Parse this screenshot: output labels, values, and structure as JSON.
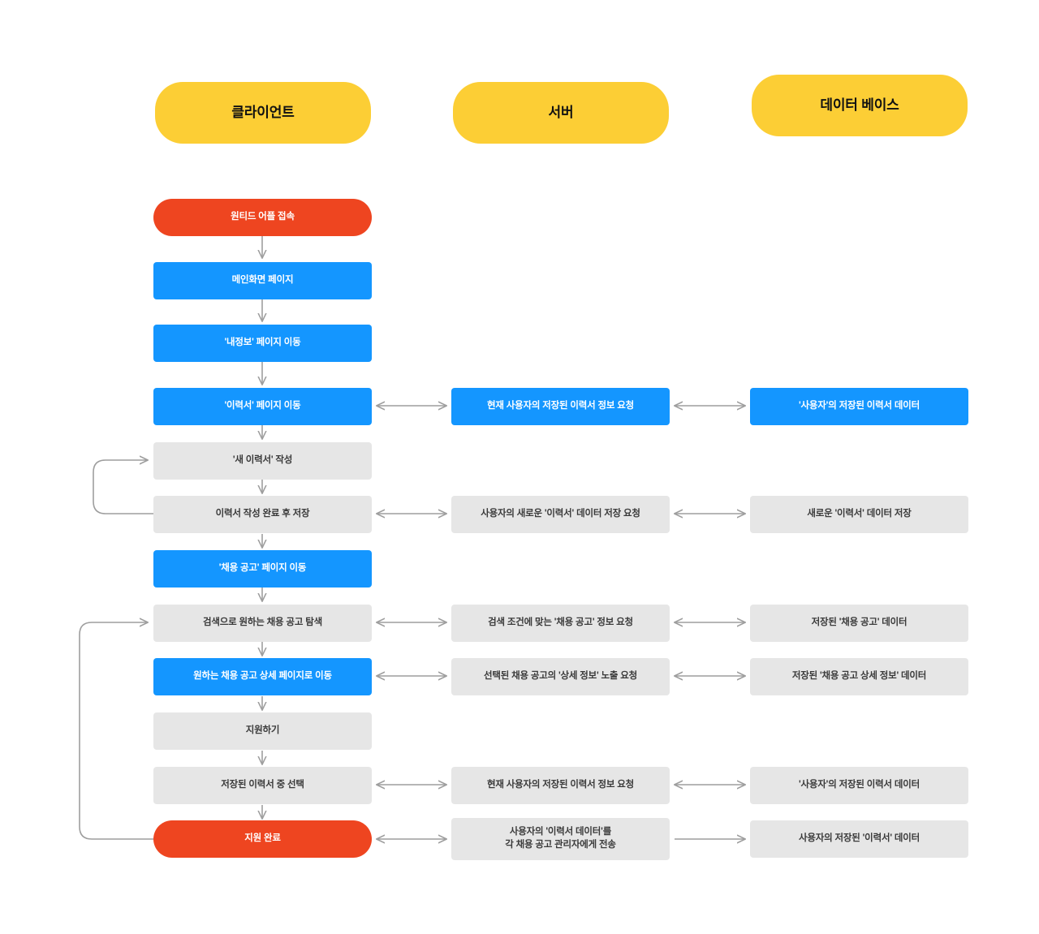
{
  "diagram": {
    "title": "",
    "background": "#ffffff",
    "colors": {
      "lane_header": "#FCCE35",
      "terminator": "#EE4520",
      "primary": "#1496FF",
      "neutral": "#E6E6E6",
      "edge": "#9E9E9E",
      "text_light": "#ffffff",
      "text_dark": "#3A3A3A"
    },
    "lanes": [
      {
        "id": "client",
        "label": "클라이언트"
      },
      {
        "id": "server",
        "label": "서버"
      },
      {
        "id": "database",
        "label": "데이터 베이스"
      }
    ],
    "nodes": {
      "c1": {
        "label": "원티드 어플 접속"
      },
      "c2": {
        "label": "메인화면 페이지"
      },
      "c3": {
        "label": "'내정보' 페이지 이동"
      },
      "c4": {
        "label": "'이력서' 페이지 이동"
      },
      "c5": {
        "label": "'새 이력서' 작성"
      },
      "c6": {
        "label": "이력서 작성 완료 후 저장"
      },
      "c7": {
        "label": "'채용 공고' 페이지 이동"
      },
      "c8": {
        "label": "검색으로 원하는 채용 공고 탐색"
      },
      "c9": {
        "label": "원하는 채용 공고 상세 페이지로 이동"
      },
      "c10": {
        "label": "지원하기"
      },
      "c11": {
        "label": "저장된 이력서 중 선택"
      },
      "c12": {
        "label": "지원 완료"
      },
      "s1": {
        "label": "현재 사용자의 저장된 이력서 정보 요청"
      },
      "s2": {
        "label": "사용자의 새로운 '이력서' 데이터 저장 요청"
      },
      "s3": {
        "label": "검색 조건에 맞는 '채용 공고' 정보 요청"
      },
      "s4": {
        "label": "선택된 채용 공고의 '상세 정보' 노출 요청"
      },
      "s5": {
        "label": "현재 사용자의 저장된 이력서 정보 요청"
      },
      "s6": {
        "label": "사용자의 '이력서 데이터'를\n각 채용 공고 관리자에게 전송"
      },
      "d1": {
        "label": "'사용자'의 저장된 이력서 데이터"
      },
      "d2": {
        "label": "새로운 '이력서' 데이터 저장"
      },
      "d3": {
        "label": "저장된 '채용 공고' 데이터"
      },
      "d4": {
        "label": "저장된 '채용 공고 상세 정보' 데이터"
      },
      "d5": {
        "label": "'사용자'의 저장된 이력서 데이터"
      },
      "d6": {
        "label": "사용자의 저장된 '이력서' 데이터"
      }
    },
    "edges": [
      {
        "from": "c1",
        "to": "c2",
        "type": "down"
      },
      {
        "from": "c2",
        "to": "c3",
        "type": "down"
      },
      {
        "from": "c3",
        "to": "c4",
        "type": "down"
      },
      {
        "from": "c4",
        "to": "c5",
        "type": "down"
      },
      {
        "from": "c5",
        "to": "c6",
        "type": "down"
      },
      {
        "from": "c6",
        "to": "c7",
        "type": "down"
      },
      {
        "from": "c7",
        "to": "c8",
        "type": "down"
      },
      {
        "from": "c8",
        "to": "c9",
        "type": "down"
      },
      {
        "from": "c9",
        "to": "c10",
        "type": "down"
      },
      {
        "from": "c10",
        "to": "c11",
        "type": "down"
      },
      {
        "from": "c11",
        "to": "c12",
        "type": "down"
      },
      {
        "from": "c4",
        "to": "s1",
        "type": "bidirectional"
      },
      {
        "from": "s1",
        "to": "d1",
        "type": "bidirectional"
      },
      {
        "from": "c6",
        "to": "s2",
        "type": "bidirectional"
      },
      {
        "from": "s2",
        "to": "d2",
        "type": "bidirectional"
      },
      {
        "from": "c8",
        "to": "s3",
        "type": "bidirectional"
      },
      {
        "from": "s3",
        "to": "d3",
        "type": "bidirectional"
      },
      {
        "from": "c9",
        "to": "s4",
        "type": "bidirectional"
      },
      {
        "from": "s4",
        "to": "d4",
        "type": "bidirectional"
      },
      {
        "from": "c11",
        "to": "s5",
        "type": "bidirectional"
      },
      {
        "from": "s5",
        "to": "d5",
        "type": "bidirectional"
      },
      {
        "from": "c12",
        "to": "s6",
        "type": "bidirectional"
      },
      {
        "from": "s6",
        "to": "d6",
        "type": "forward"
      },
      {
        "from": "c6",
        "to": "c5",
        "type": "loop-left"
      },
      {
        "from": "c12",
        "to": "c8",
        "type": "loop-left"
      }
    ]
  }
}
